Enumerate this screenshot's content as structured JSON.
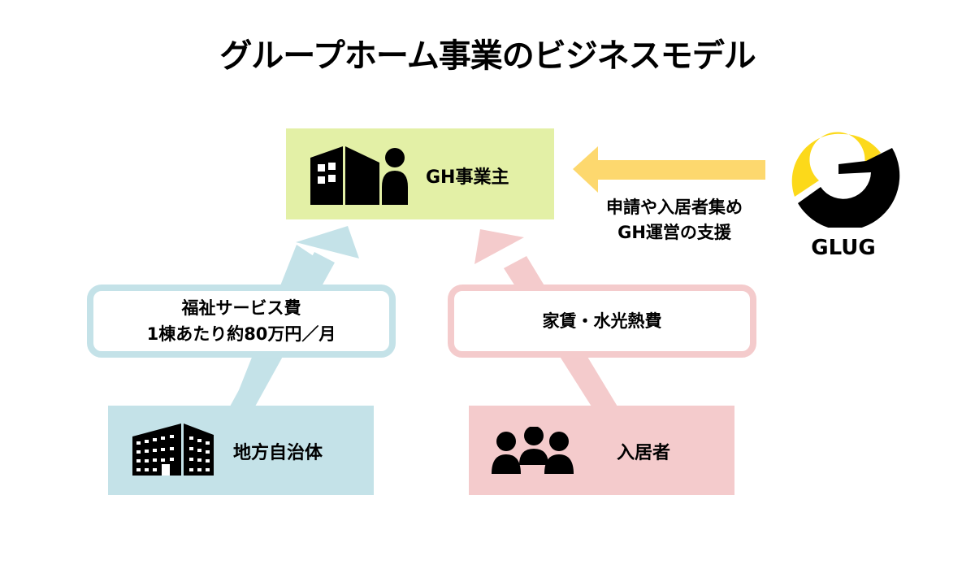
{
  "title": "グループホーム事業のビジネスモデル",
  "nodes": {
    "owner": {
      "label": "GH事業主",
      "icons": [
        "building-icon",
        "person-icon"
      ],
      "color": "#e3f0a6"
    },
    "government": {
      "label": "地方自治体",
      "icon": "office-building-icon",
      "color": "#c4e2e8"
    },
    "residents": {
      "label": "入居者",
      "icon": "group-icon",
      "color": "#f4cbcc"
    },
    "glug": {
      "label": "GLUG",
      "icon": "glug-logo-icon",
      "colors": {
        "yellow": "#fcd91a",
        "black": "#000000"
      }
    }
  },
  "flows": {
    "welfare": {
      "line1": "福祉サービス費",
      "line2": "1棟あたり約80万円／月",
      "from": "government",
      "to": "owner",
      "color": "#c4e2e8"
    },
    "rent": {
      "line1": "家賃・水光熱費",
      "from": "residents",
      "to": "owner",
      "color": "#f4cbcc"
    },
    "support": {
      "line1": "申請や入居者集め",
      "line2": "GH運営の支援",
      "from": "glug",
      "to": "owner",
      "color": "#fdd86e"
    }
  }
}
